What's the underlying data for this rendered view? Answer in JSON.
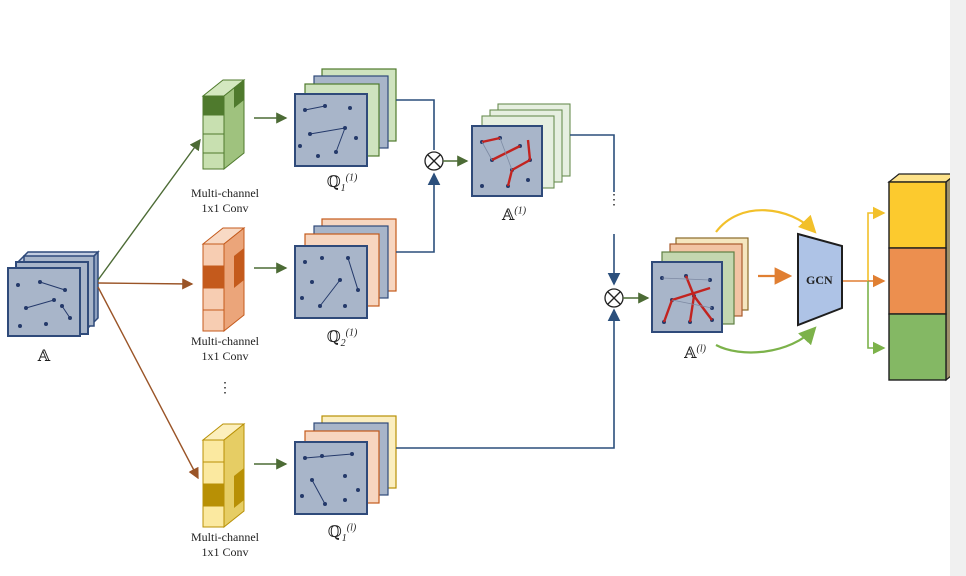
{
  "labels": {
    "input": "𝔸",
    "conv_top": [
      "Multi-channel",
      "1x1 Conv"
    ],
    "conv_mid": [
      "Multi-channel",
      "1x1 Conv"
    ],
    "conv_bot": [
      "Multi-channel",
      "1x1 Conv"
    ],
    "q1": {
      "base": "ℚ",
      "sub": "1",
      "sup": "(1)"
    },
    "q2": {
      "base": "ℚ",
      "sub": "2",
      "sup": "(1)"
    },
    "ql": {
      "base": "ℚ",
      "sub": "1",
      "sup": "(l)"
    },
    "a1": {
      "base": "𝔸",
      "sup": "(1)"
    },
    "al": {
      "base": "𝔸",
      "sup": "(l)"
    },
    "gcn": "GCN",
    "ellipsis": "⋮",
    "multiply": "⊗"
  },
  "colors": {
    "blue_face": "#a8b5c9",
    "blue_edge": "#2f4a7a",
    "dot": "#24396a",
    "green_light": "#c8e0b0",
    "green_dark": "#4f7a2d",
    "orange_light": "#f7cdb2",
    "orange_dark": "#c45a1c",
    "yellow_light": "#fbe9a0",
    "yellow_dark": "#b89005",
    "red_edge": "#c2231f",
    "arrow_green": "#4c6b35",
    "arrow_brown": "#9a5427",
    "arrow_blue": "#2b4f7c",
    "arrow_orange": "#e07f32",
    "arrow_yellow": "#f2c02a",
    "arrow_lgreen": "#7cb24a",
    "out_yellow": "#fcca2e",
    "out_orange": "#ec8f4f",
    "out_green": "#84b864",
    "gcn_fill": "#aec3e6"
  }
}
